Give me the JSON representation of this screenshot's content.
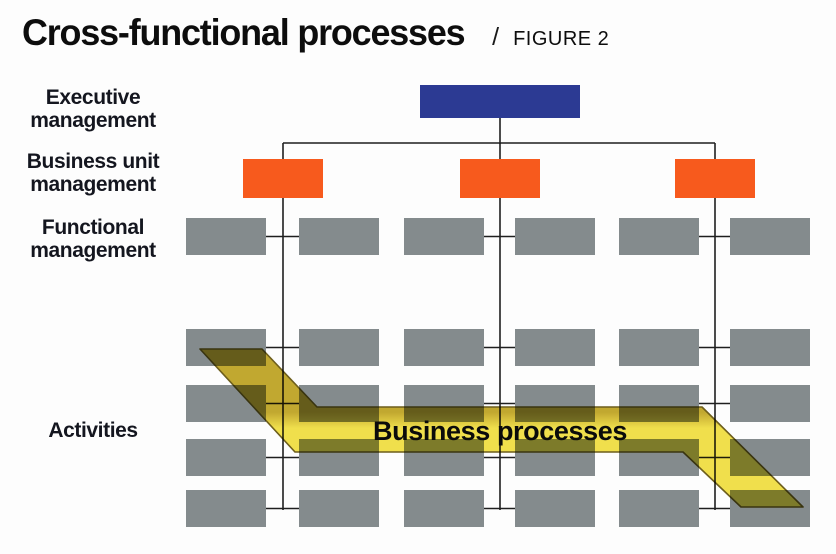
{
  "header": {
    "title": "Cross-functional processes",
    "separator": "/",
    "figure_label": "FIGURE 2"
  },
  "row_labels": {
    "executive": "Executive management",
    "business_unit": "Business unit management",
    "functional": "Functional management",
    "activities": "Activities"
  },
  "banner": {
    "label": "Business processes"
  },
  "colors": {
    "executive_box": "#2c3a93",
    "business_unit_box": "#f75a1d",
    "gray_box": "#848b8d",
    "ribbon_light": "#f2e14c",
    "ribbon_dark": "#c3a930",
    "ribbon_outline": "#6e5f1c",
    "connector_line": "#1f1f1f",
    "background": "#fdfdfd"
  },
  "structure": {
    "levels": [
      {
        "name": "executive-management",
        "box_count": 1
      },
      {
        "name": "business-unit-management",
        "box_count": 3
      },
      {
        "name": "functional-management",
        "box_count": 6
      },
      {
        "name": "activities",
        "rows": 4,
        "columns": 6,
        "box_count": 24
      }
    ]
  }
}
